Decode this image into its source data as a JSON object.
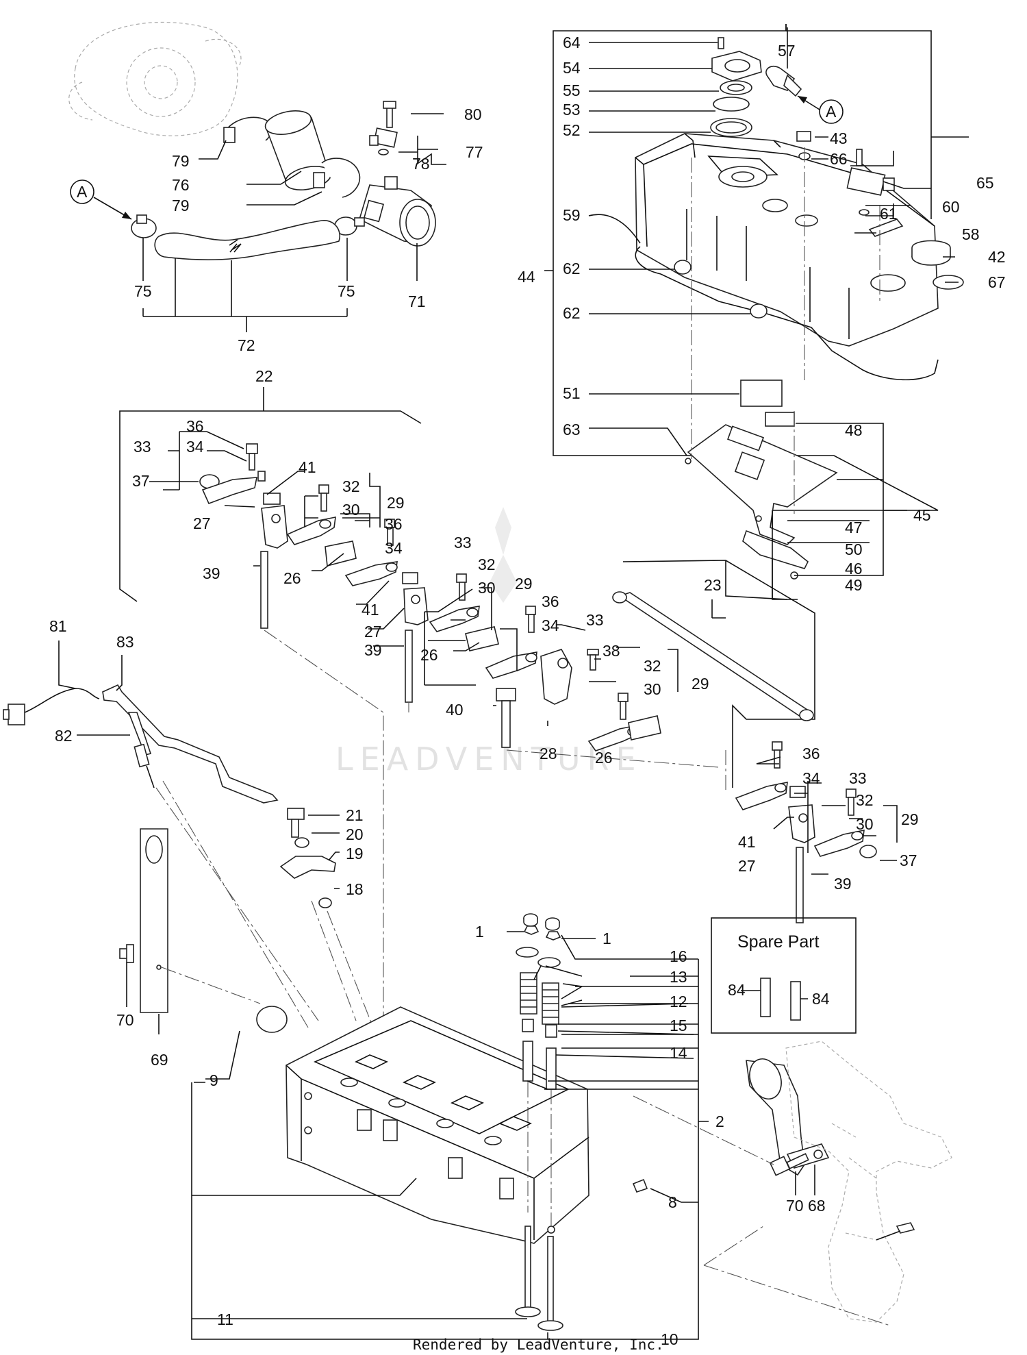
{
  "title": "",
  "spare_part_box": {
    "title": "Spare Part"
  },
  "callouts": [
    "A"
  ],
  "watermark": "LEADVENTURE",
  "footer": "Rendered by LeadVenture, Inc.",
  "labels": {
    "n1a": "1",
    "n1b": "1",
    "n2": "2",
    "n8": "8",
    "n9": "9",
    "n10": "10",
    "n11": "11",
    "n12": "12",
    "n13": "13",
    "n14": "14",
    "n15": "15",
    "n16": "16",
    "n18": "18",
    "n19": "19",
    "n20": "20",
    "n21": "21",
    "n22": "22",
    "n23": "23",
    "n26a": "26",
    "n26b": "26",
    "n26c": "26",
    "n27a": "27",
    "n27b": "27",
    "n27c": "27",
    "n28": "28",
    "n29a": "29",
    "n29b": "29",
    "n29c": "29",
    "n29d": "29",
    "n30a": "30",
    "n30b": "30",
    "n30c": "30",
    "n30d": "30",
    "n32a": "32",
    "n32b": "32",
    "n32c": "32",
    "n32d": "32",
    "n33a": "33",
    "n33b": "33",
    "n33c": "33",
    "n33d": "33",
    "n34a": "34",
    "n34b": "34",
    "n34c": "34",
    "n34d": "34",
    "n36a": "36",
    "n36b": "36",
    "n36c": "36",
    "n36d": "36",
    "n37a": "37",
    "n37b": "37",
    "n38": "38",
    "n39a": "39",
    "n39b": "39",
    "n39c": "39",
    "n40": "40",
    "n41a": "41",
    "n41b": "41",
    "n41c": "41",
    "n42": "42",
    "n43": "43",
    "n44": "44",
    "n45": "45",
    "n46": "46",
    "n47": "47",
    "n48": "48",
    "n49": "49",
    "n50": "50",
    "n51": "51",
    "n52": "52",
    "n53": "53",
    "n54": "54",
    "n55": "55",
    "n57": "57",
    "n58": "58",
    "n59": "59",
    "n60": "60",
    "n61": "61",
    "n62a": "62",
    "n62b": "62",
    "n63": "63",
    "n64": "64",
    "n65": "65",
    "n66": "66",
    "n67": "67",
    "n68": "68",
    "n69": "69",
    "n70a": "70",
    "n70b": "70",
    "n71": "71",
    "n72": "72",
    "n75a": "75",
    "n75b": "75",
    "n76": "76",
    "n77": "77",
    "n78": "78",
    "n79a": "79",
    "n79b": "79",
    "n80": "80",
    "n81": "81",
    "n82": "82",
    "n83": "83",
    "n84a": "84",
    "n84b": "84"
  }
}
